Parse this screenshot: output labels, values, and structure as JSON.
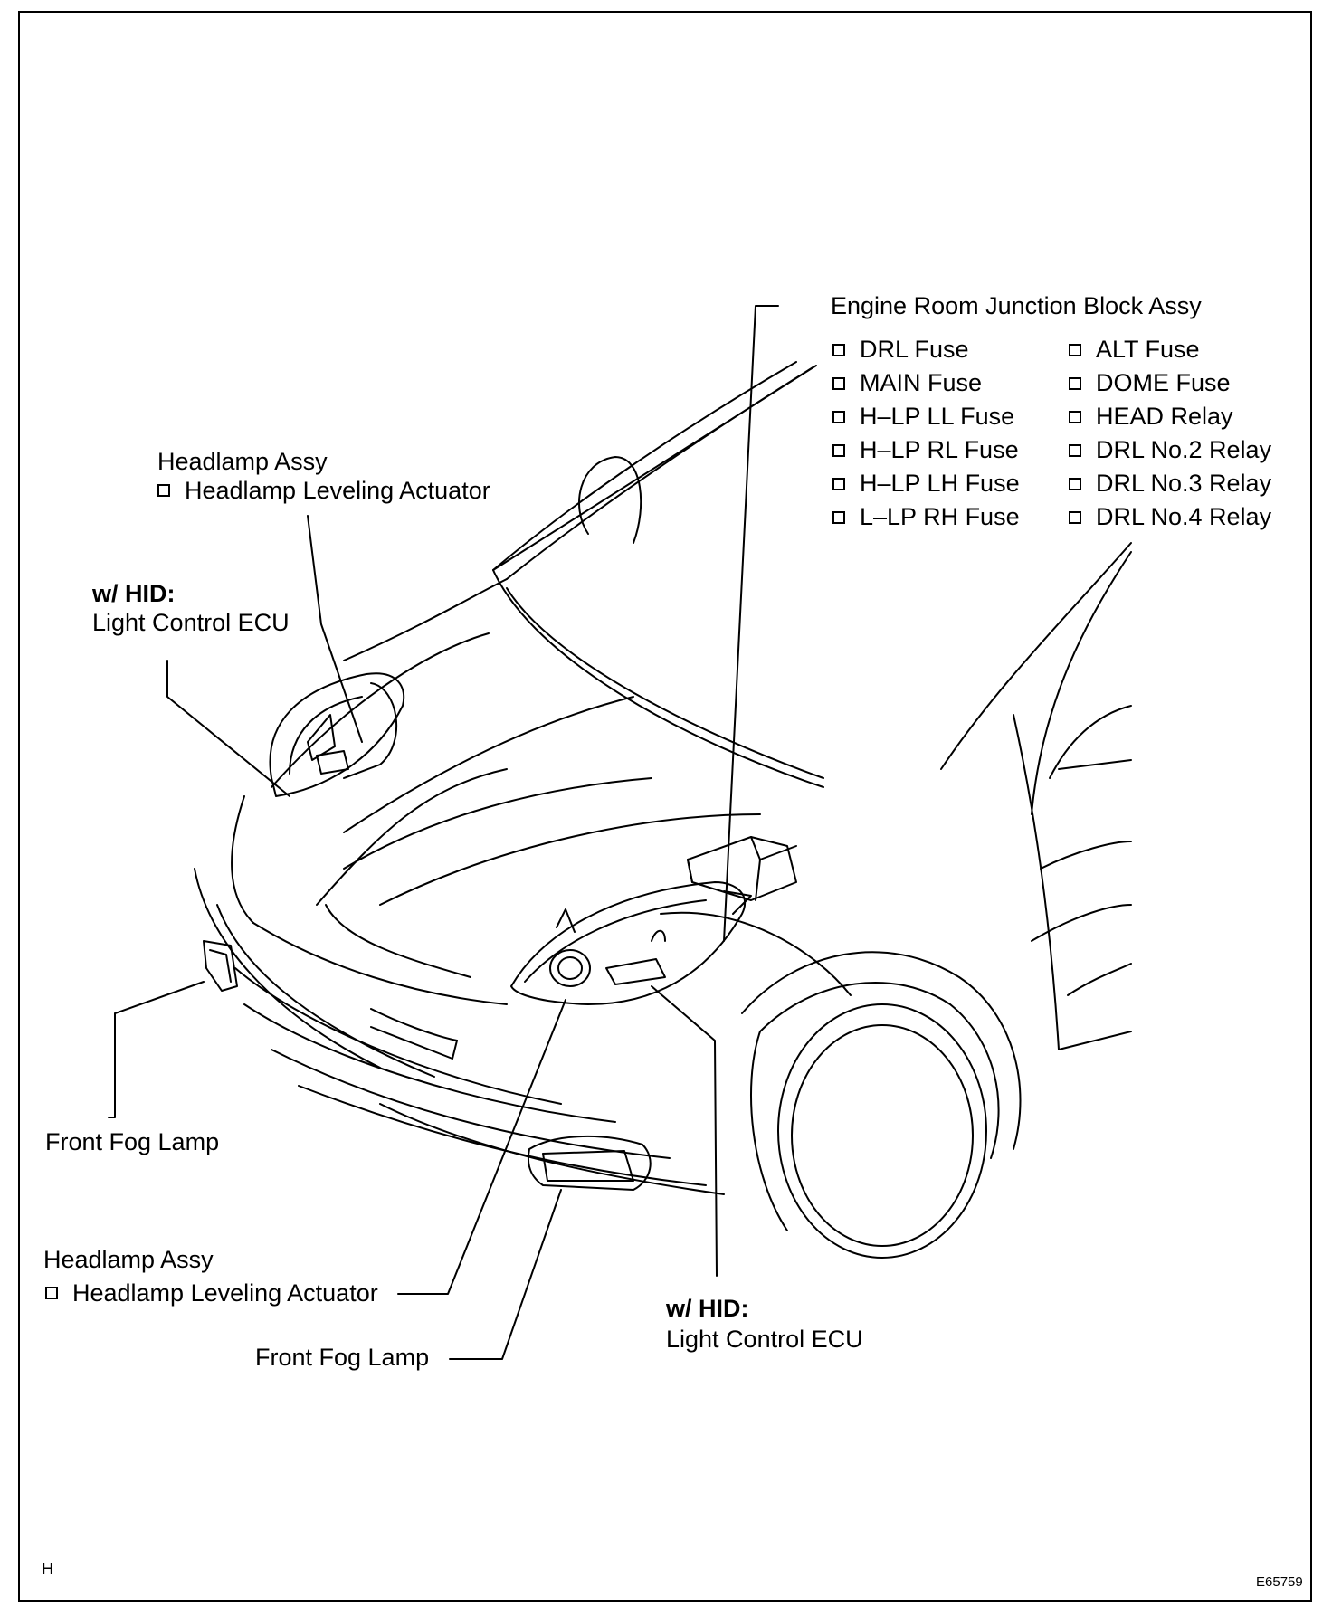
{
  "engine_room": {
    "title": "Engine Room Junction Block Assy",
    "left_items": [
      "DRL Fuse",
      "MAIN Fuse",
      "H–LP LL Fuse",
      "H–LP RL Fuse",
      "H–LP LH Fuse",
      "L–LP RH Fuse"
    ],
    "right_items": [
      "ALT Fuse",
      "DOME Fuse",
      "HEAD Relay",
      "DRL No.2 Relay",
      "DRL No.3 Relay",
      "DRL No.4 Relay"
    ]
  },
  "headlamp_upper": {
    "title": "Headlamp Assy",
    "item": "Headlamp Leveling Actuator"
  },
  "ecu_upper": {
    "prefix": "w/ HID:",
    "name": "Light Control ECU"
  },
  "fog_upper": {
    "name": "Front Fog Lamp"
  },
  "headlamp_lower": {
    "title": "Headlamp Assy",
    "item": "Headlamp Leveling Actuator"
  },
  "fog_lower": {
    "name": "Front Fog Lamp"
  },
  "ecu_lower": {
    "prefix": "w/ HID:",
    "name": "Light Control ECU"
  },
  "corner": {
    "left": "H",
    "right": "E65759"
  }
}
